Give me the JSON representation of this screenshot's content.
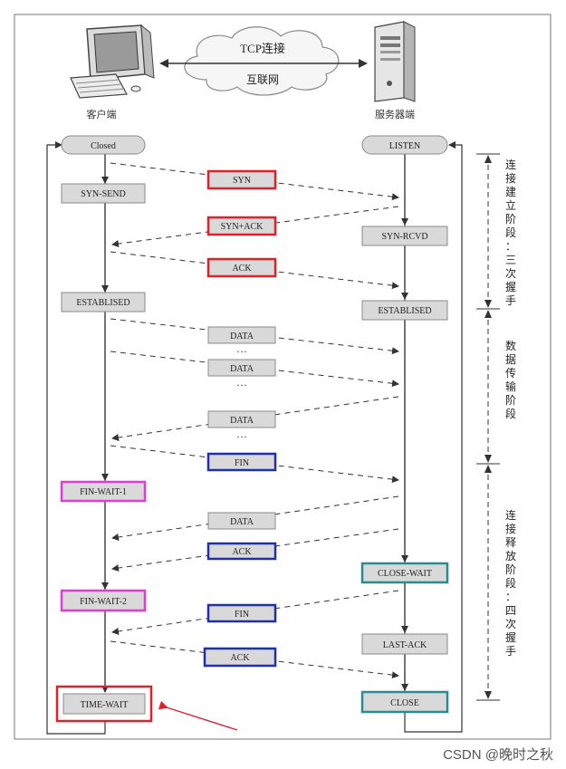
{
  "top": {
    "client_label": "客户端",
    "server_label": "服务器端",
    "cloud_line1": "TCP连接",
    "cloud_line2": "互联网"
  },
  "client_states": {
    "closed": "Closed",
    "syn_send": "SYN-SEND",
    "established": "ESTABLISED",
    "fin_wait_1": "FIN-WAIT-1",
    "fin_wait_2": "FIN-WAIT-2",
    "time_wait": "TIME-WAIT"
  },
  "server_states": {
    "listen": "LISTEN",
    "syn_rcvd": "SYN-RCVD",
    "established": "ESTABLISED",
    "close_wait": "CLOSE-WAIT",
    "last_ack": "LAST-ACK",
    "close": "CLOSE"
  },
  "messages": {
    "syn": "SYN",
    "syn_ack": "SYN+ACK",
    "ack1": "ACK",
    "data1": "DATA",
    "dots1": "···",
    "data2": "DATA",
    "dots2": "···",
    "data3": "DATA",
    "dots3": "···",
    "fin1": "FIN",
    "data4": "DATA",
    "ack2": "ACK",
    "fin2": "FIN",
    "ack3": "ACK"
  },
  "phases": {
    "connect": "连接建立阶段：三次握手",
    "transfer": "数据传输阶段",
    "release": "连接释放阶段：四次握手"
  },
  "colors": {
    "box_fill": "#d9d9d9",
    "box_stroke": "#8a8a8a",
    "red": "#e0202a",
    "blue": "#1f2fb0",
    "magenta": "#e23bd6",
    "teal": "#2a8c8c",
    "line": "#333333"
  },
  "watermark": "CSDN @晚时之秋"
}
